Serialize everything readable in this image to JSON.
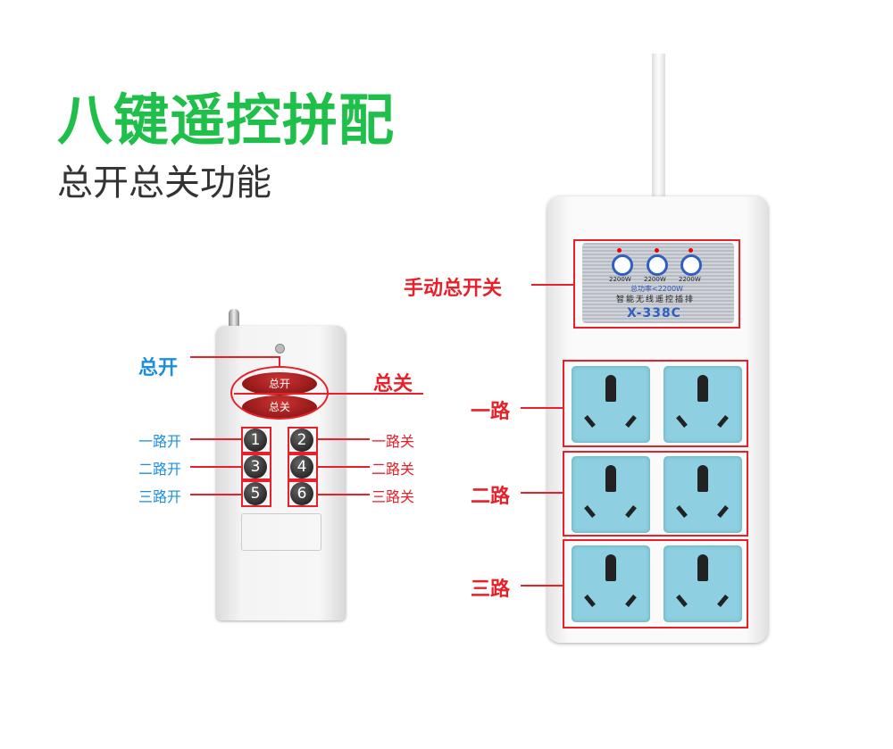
{
  "title": "八键遥控拼配",
  "subtitle": "总开总关功能",
  "remote": {
    "btn_all_on": "总开",
    "btn_all_off": "总关",
    "keys": [
      "1",
      "2",
      "3",
      "4",
      "5",
      "6"
    ]
  },
  "labels": {
    "all_on": "总开",
    "all_off": "总关",
    "ch1_on": "一路开",
    "ch1_off": "一路关",
    "ch2_on": "二路开",
    "ch2_off": "二路关",
    "ch3_on": "三路开",
    "ch3_off": "三路关"
  },
  "strip": {
    "manual_switch": "手动总开关",
    "ch1": "一路",
    "ch2": "二路",
    "ch3": "三路",
    "panel": {
      "ratings": [
        "2200W",
        "2200W",
        "2200W"
      ],
      "total": "总功率<2200W",
      "name": "智能无线遥控插排",
      "model": "X-338C"
    }
  },
  "colors": {
    "green": "#1fc04a",
    "red": "#e8202a",
    "blue": "#1a8fe0"
  }
}
